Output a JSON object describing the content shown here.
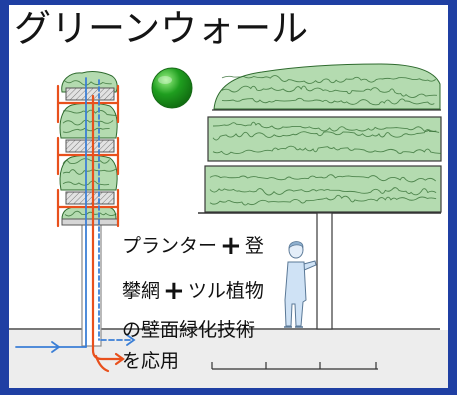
{
  "title": "グリーンウォール",
  "caption": {
    "line1": {
      "part1": "プランター",
      "plus": "+",
      "part2": "登"
    },
    "line2": {
      "part1": "攀網",
      "plus": "+",
      "part2": "ツル植物"
    },
    "line3": "の壁面緑化技術",
    "line4": "を応用"
  },
  "icons": {
    "indicator": "green-circle-icon"
  },
  "colors": {
    "frame_blue": "#1f3fa3",
    "foliage_green": "#b4dbb0",
    "foliage_line": "#2e6a2e",
    "dot_green": "#1f9e1f",
    "planter_orange": "#e8501c",
    "flow_blue": "#3b7fd6",
    "ground_gray": "#ededed"
  }
}
